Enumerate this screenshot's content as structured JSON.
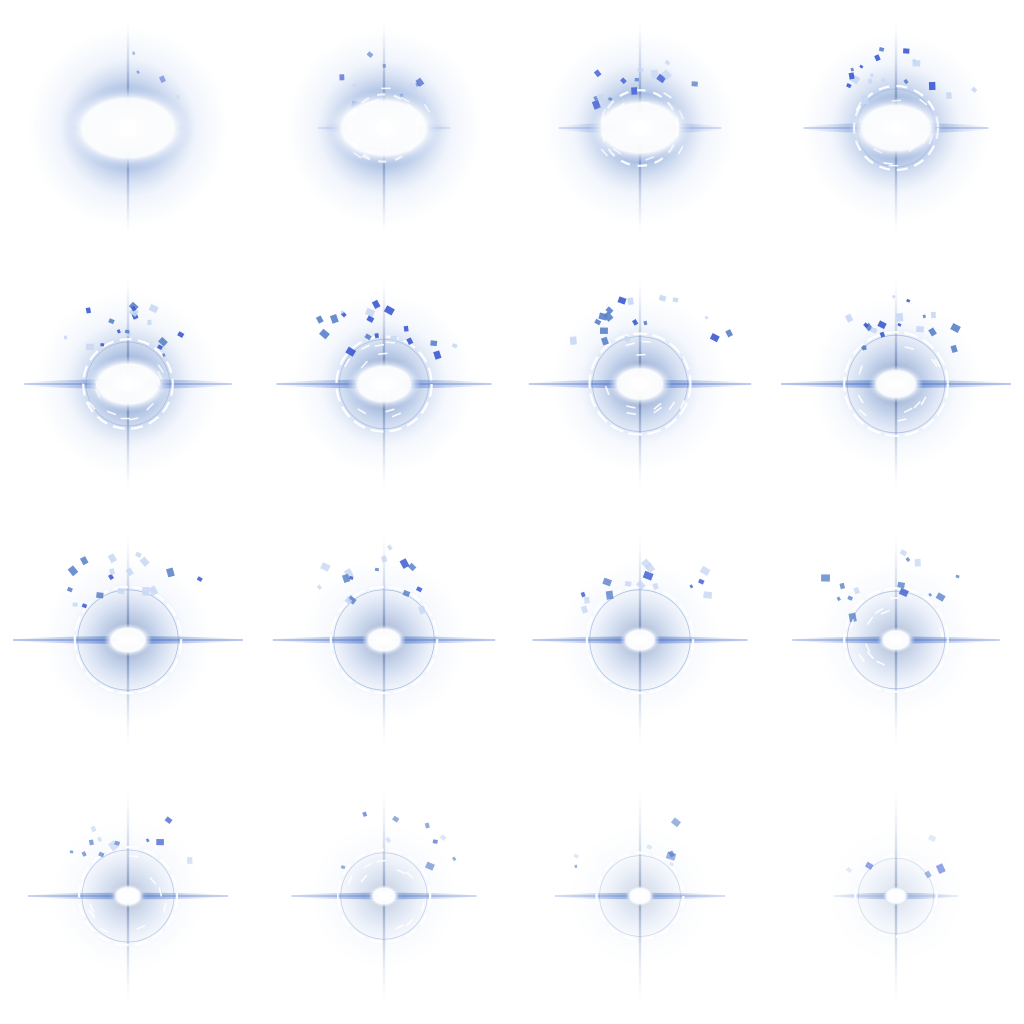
{
  "sprite_sheet": {
    "rows": 4,
    "cols": 4,
    "colors": {
      "background": "#ffffff",
      "glow_deep": "#1e3c78",
      "glow_mid": "#5a82c8",
      "glow_light": "#c8d8f4",
      "core": "#ffffff",
      "accent": "#3c5ad2"
    },
    "frames": [
      {
        "index": 1,
        "intensity": 1.0,
        "core": 1.0,
        "ring": 0.0,
        "flare": 0.2,
        "debris": 0.2
      },
      {
        "index": 2,
        "intensity": 0.95,
        "core": 0.9,
        "ring": 0.2,
        "flare": 0.35,
        "debris": 0.55
      },
      {
        "index": 3,
        "intensity": 0.9,
        "core": 0.8,
        "ring": 0.35,
        "flare": 0.55,
        "debris": 0.8
      },
      {
        "index": 4,
        "intensity": 0.85,
        "core": 0.7,
        "ring": 0.5,
        "flare": 0.7,
        "debris": 1.0
      },
      {
        "index": 5,
        "intensity": 0.8,
        "core": 0.6,
        "ring": 0.6,
        "flare": 0.85,
        "debris": 1.0
      },
      {
        "index": 6,
        "intensity": 0.75,
        "core": 0.5,
        "ring": 0.7,
        "flare": 0.9,
        "debris": 1.0
      },
      {
        "index": 7,
        "intensity": 0.7,
        "core": 0.4,
        "ring": 0.8,
        "flare": 0.95,
        "debris": 1.0
      },
      {
        "index": 8,
        "intensity": 0.65,
        "core": 0.32,
        "ring": 0.85,
        "flare": 1.0,
        "debris": 1.0
      },
      {
        "index": 9,
        "intensity": 0.6,
        "core": 0.26,
        "ring": 0.9,
        "flare": 1.0,
        "debris": 0.95
      },
      {
        "index": 10,
        "intensity": 0.55,
        "core": 0.22,
        "ring": 0.9,
        "flare": 0.95,
        "debris": 0.9
      },
      {
        "index": 11,
        "intensity": 0.5,
        "core": 0.18,
        "ring": 0.9,
        "flare": 0.9,
        "debris": 0.85
      },
      {
        "index": 12,
        "intensity": 0.45,
        "core": 0.15,
        "ring": 0.85,
        "flare": 0.85,
        "debris": 0.8
      },
      {
        "index": 13,
        "intensity": 0.4,
        "core": 0.12,
        "ring": 0.75,
        "flare": 0.8,
        "debris": 0.65
      },
      {
        "index": 14,
        "intensity": 0.33,
        "core": 0.1,
        "ring": 0.65,
        "flare": 0.7,
        "debris": 0.5
      },
      {
        "index": 15,
        "intensity": 0.26,
        "core": 0.08,
        "ring": 0.55,
        "flare": 0.6,
        "debris": 0.4
      },
      {
        "index": 16,
        "intensity": 0.2,
        "core": 0.06,
        "ring": 0.45,
        "flare": 0.3,
        "debris": 0.3
      }
    ]
  }
}
